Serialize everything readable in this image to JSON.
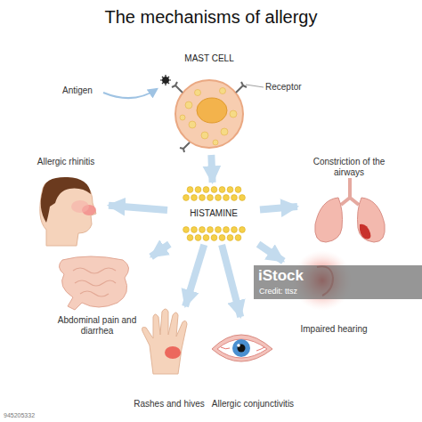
{
  "diagram": {
    "title": "The mechanisms of allergy",
    "nodes": [
      {
        "text": [
          "MAST CELL"
        ]
      },
      {
        "text": [
          "HISTAMINE"
        ]
      },
      {
        "text": [
          "Allergic rhinitis"
        ]
      },
      {
        "text": [
          "Constriction of the airways"
        ]
      },
      {
        "text": [
          "Abdominal pain and diarrhea"
        ]
      },
      {
        "text": [
          "Impaired hearing"
        ]
      },
      {
        "text": [
          "Rashes and hives"
        ]
      },
      {
        "text": [
          "Allergic conjunctivitis"
        ]
      }
    ],
    "edges": [
      {
        "from": 0,
        "to": 1,
        "arrow": "to"
      },
      {
        "from": 1,
        "to": 2,
        "arrow": "to"
      },
      {
        "from": 1,
        "to": 3,
        "arrow": "to"
      },
      {
        "from": 1,
        "to": 4,
        "arrow": "to"
      },
      {
        "from": 1,
        "to": 5,
        "arrow": "to"
      },
      {
        "from": 1,
        "to": 6,
        "arrow": "to"
      },
      {
        "from": 1,
        "to": 7,
        "arrow": "to"
      }
    ],
    "labels": [
      "Antigen",
      "Receptor",
      "iStock",
      "Credit: ttsz",
      "945205332"
    ]
  }
}
